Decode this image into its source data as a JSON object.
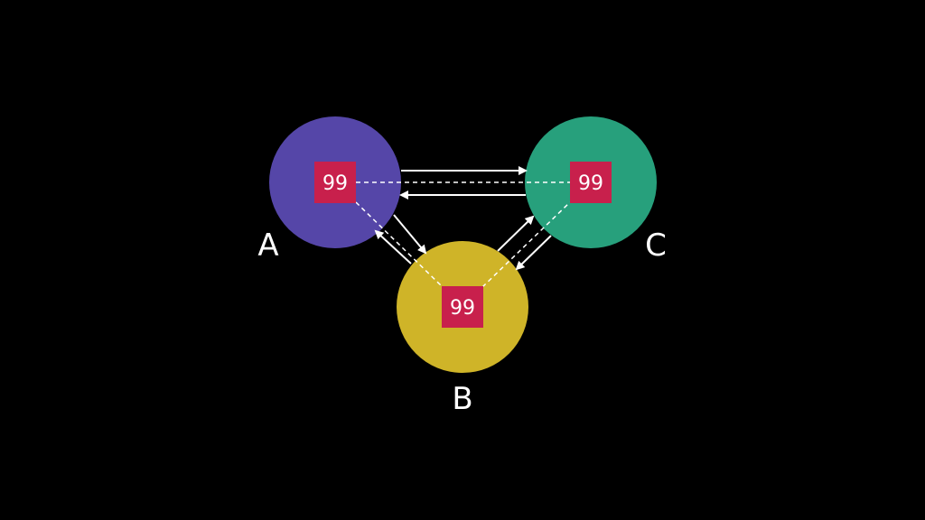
{
  "colors": {
    "background": "#000000",
    "arrow": "#ffffff",
    "value_box": "#c8204c",
    "text": "#ffffff"
  },
  "nodes": [
    {
      "id": "A",
      "label": "A",
      "value": "99",
      "color": "#5546a8"
    },
    {
      "id": "B",
      "label": "B",
      "value": "99",
      "color": "#cfb428"
    },
    {
      "id": "C",
      "label": "C",
      "value": "99",
      "color": "#27a07c"
    }
  ],
  "edges": [
    {
      "from": "A",
      "to": "C",
      "style": "solid-arrow"
    },
    {
      "from": "C",
      "to": "A",
      "style": "solid-arrow"
    },
    {
      "from": "A",
      "to": "B",
      "style": "solid-arrow"
    },
    {
      "from": "B",
      "to": "A",
      "style": "solid-arrow"
    },
    {
      "from": "B",
      "to": "C",
      "style": "solid-arrow"
    },
    {
      "from": "C",
      "to": "B",
      "style": "solid-arrow"
    },
    {
      "from": "A",
      "to": "C",
      "style": "dashed"
    },
    {
      "from": "A",
      "to": "B",
      "style": "dashed"
    },
    {
      "from": "B",
      "to": "C",
      "style": "dashed"
    }
  ]
}
